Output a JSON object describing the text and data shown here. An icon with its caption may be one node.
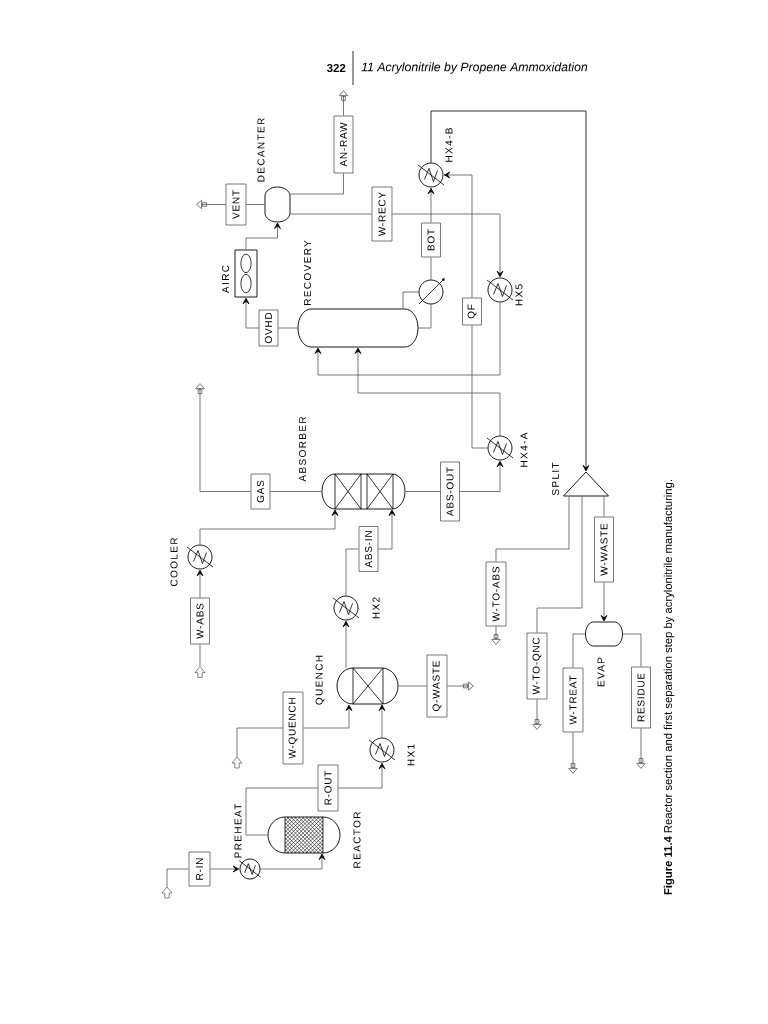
{
  "diagram": {
    "caption": "**Figure 11.4** Reactor section and first separation step by acrylonitrile manufacturing.",
    "nodes": [
      {
        "text": [
          "R-IN"
        ]
      },
      {
        "text": [],
        "shape": "circle",
        "beside": [
          "PREHEAT"
        ]
      },
      {
        "text": [],
        "shape": "cylinder",
        "beside": [
          "REACTOR"
        ]
      },
      {
        "text": [
          "R-OUT"
        ]
      },
      {
        "text": [],
        "shape": "circle",
        "beside": [
          "HX1"
        ]
      },
      {
        "text": [
          "W-QUENCH"
        ]
      },
      {
        "text": [],
        "shape": "cylinder",
        "beside": [
          "QUENCH"
        ]
      },
      {
        "text": [
          "Q-WASTE"
        ]
      },
      {
        "text": [],
        "shape": "circle",
        "beside": [
          "HX2"
        ]
      },
      {
        "text": [
          "ABS-IN"
        ]
      },
      {
        "text": [
          "W-ABS"
        ]
      },
      {
        "text": [],
        "shape": "circle",
        "beside": [
          "COOLER"
        ]
      },
      {
        "text": [],
        "shape": "cylinder",
        "beside": [
          "ABSORBER"
        ]
      },
      {
        "text": [
          "GAS"
        ]
      },
      {
        "text": [
          "ABS-OUT"
        ]
      },
      {
        "text": [],
        "shape": "circle",
        "beside": [
          "HX4-A"
        ]
      },
      {
        "text": [
          "QF"
        ]
      },
      {
        "text": [],
        "shape": "circle",
        "beside": [
          "HX4-B"
        ]
      },
      {
        "text": [],
        "shape": "cylinder",
        "beside": [
          "RECOVERY"
        ]
      },
      {
        "text": [],
        "shape": "circle"
      },
      {
        "text": [
          "BOT"
        ]
      },
      {
        "text": [
          "OVHD"
        ]
      },
      {
        "text": [],
        "shape": "box",
        "beside": [
          "AIRC"
        ]
      },
      {
        "text": [],
        "shape": "cylinder",
        "beside": [
          "DECANTER"
        ]
      },
      {
        "text": [
          "VENT"
        ]
      },
      {
        "text": [
          "AN-RAW"
        ]
      },
      {
        "text": [
          "W-RECY"
        ]
      },
      {
        "text": [],
        "shape": "circle",
        "beside": [
          "HX5"
        ]
      },
      {
        "text": [],
        "shape": "triangle",
        "beside": [
          "SPLIT"
        ]
      },
      {
        "text": [
          "W-TO-ABS"
        ]
      },
      {
        "text": [
          "W-TO-QNC"
        ]
      },
      {
        "text": [
          "W-WASTE"
        ]
      },
      {
        "text": [],
        "shape": "cylinder",
        "beside": [
          "EVAP"
        ]
      },
      {
        "text": [
          "W-TREAT"
        ]
      },
      {
        "text": [
          "RESIDUE"
        ]
      },
      {
        "text": [],
        "shape": "arrow"
      },
      {
        "text": [],
        "shape": "arrow"
      },
      {
        "text": [],
        "shape": "arrow"
      }
    ],
    "edges": [
      {
        "from": 35,
        "to": 0,
        "arrow": "none"
      },
      {
        "from": 0,
        "to": 1,
        "arrow": "to"
      },
      {
        "from": 1,
        "to": 2,
        "arrow": "to"
      },
      {
        "from": 2,
        "to": 3,
        "arrow": "none"
      },
      {
        "from": 3,
        "to": 4,
        "arrow": "to"
      },
      {
        "from": 4,
        "to": 6,
        "arrow": "to"
      },
      {
        "from": 36,
        "to": 5,
        "arrow": "none"
      },
      {
        "from": 5,
        "to": 6,
        "arrow": "to"
      },
      {
        "from": 6,
        "to": 7,
        "arrow": "none"
      },
      {
        "from": 7,
        "to": null,
        "arrow": "to"
      },
      {
        "from": 6,
        "to": 8,
        "arrow": "to"
      },
      {
        "from": 8,
        "to": 9,
        "arrow": "none"
      },
      {
        "from": 9,
        "to": 12,
        "arrow": "to"
      },
      {
        "from": 37,
        "to": 10,
        "arrow": "none"
      },
      {
        "from": 10,
        "to": 11,
        "arrow": "to"
      },
      {
        "from": 11,
        "to": 12,
        "arrow": "to"
      },
      {
        "from": 12,
        "to": 13,
        "arrow": "none"
      },
      {
        "from": 13,
        "to": null,
        "arrow": "to"
      },
      {
        "from": 12,
        "to": 14,
        "arrow": "none"
      },
      {
        "from": 14,
        "to": 15,
        "arrow": "to"
      },
      {
        "from": 15,
        "to": 18,
        "arrow": "to"
      },
      {
        "from": 15,
        "to": 16,
        "arrow": "none"
      },
      {
        "from": 16,
        "to": 17,
        "arrow": "to"
      },
      {
        "from": 18,
        "to": 19,
        "arrow": "none"
      },
      {
        "from": 19,
        "to": 18,
        "arrow": "none"
      },
      {
        "from": 19,
        "to": 20,
        "arrow": "none"
      },
      {
        "from": 20,
        "to": 17,
        "arrow": "to"
      },
      {
        "from": 17,
        "to": 28,
        "arrow": "to",
        "color": "#000000"
      },
      {
        "from": 18,
        "to": 21,
        "arrow": "none"
      },
      {
        "from": 21,
        "to": 22,
        "arrow": "to"
      },
      {
        "from": 22,
        "to": 23,
        "arrow": "to"
      },
      {
        "from": 23,
        "to": 24,
        "arrow": "none"
      },
      {
        "from": 24,
        "to": null,
        "arrow": "to"
      },
      {
        "from": 23,
        "to": 25,
        "arrow": "none"
      },
      {
        "from": 25,
        "to": null,
        "arrow": "to"
      },
      {
        "from": 23,
        "to": 26,
        "arrow": "none"
      },
      {
        "from": 26,
        "to": 27,
        "arrow": "to"
      },
      {
        "from": 27,
        "to": 18,
        "arrow": "to"
      },
      {
        "from": 28,
        "to": 29,
        "arrow": "none"
      },
      {
        "from": 29,
        "to": null,
        "arrow": "to"
      },
      {
        "from": 28,
        "to": 30,
        "arrow": "none"
      },
      {
        "from": 30,
        "to": null,
        "arrow": "to"
      },
      {
        "from": 28,
        "to": 31,
        "arrow": "none"
      },
      {
        "from": 31,
        "to": 32,
        "arrow": "to"
      },
      {
        "from": 32,
        "to": 33,
        "arrow": "none"
      },
      {
        "from": 33,
        "to": null,
        "arrow": "to"
      },
      {
        "from": 32,
        "to": 34,
        "arrow": "none"
      },
      {
        "from": 34,
        "to": null,
        "arrow": "to"
      }
    ],
    "labels": [
      "322",
      "11 Acrylonitrile by Propene Ammoxidation"
    ]
  }
}
